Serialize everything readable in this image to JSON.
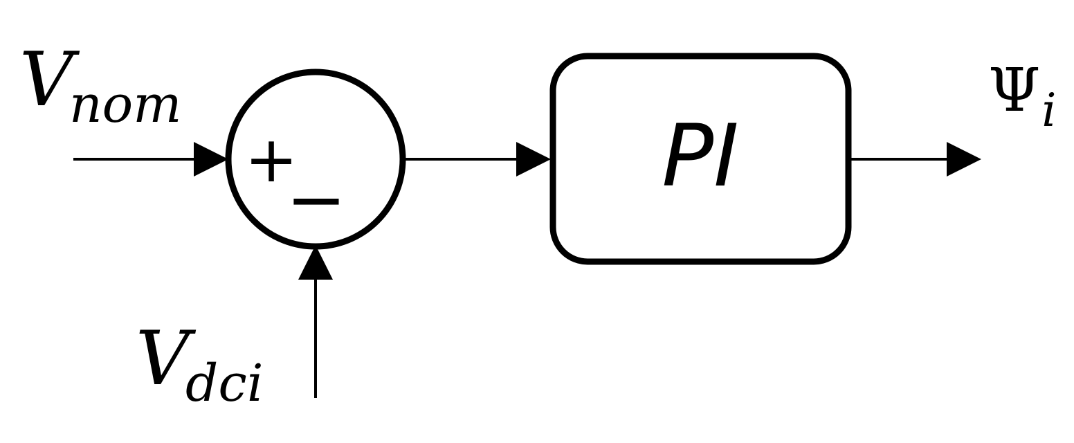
{
  "inputs": {
    "reference": {
      "main": "V",
      "sub": "nom"
    },
    "feedback": {
      "main": "V",
      "sub": "dci"
    }
  },
  "summing_junction": {
    "plus_sign": "+",
    "minus_sign": "−"
  },
  "controller": {
    "label": "PI"
  },
  "output": {
    "main": "Ψ",
    "sub": "i"
  },
  "colors": {
    "stroke": "#000000",
    "background": "#ffffff"
  }
}
